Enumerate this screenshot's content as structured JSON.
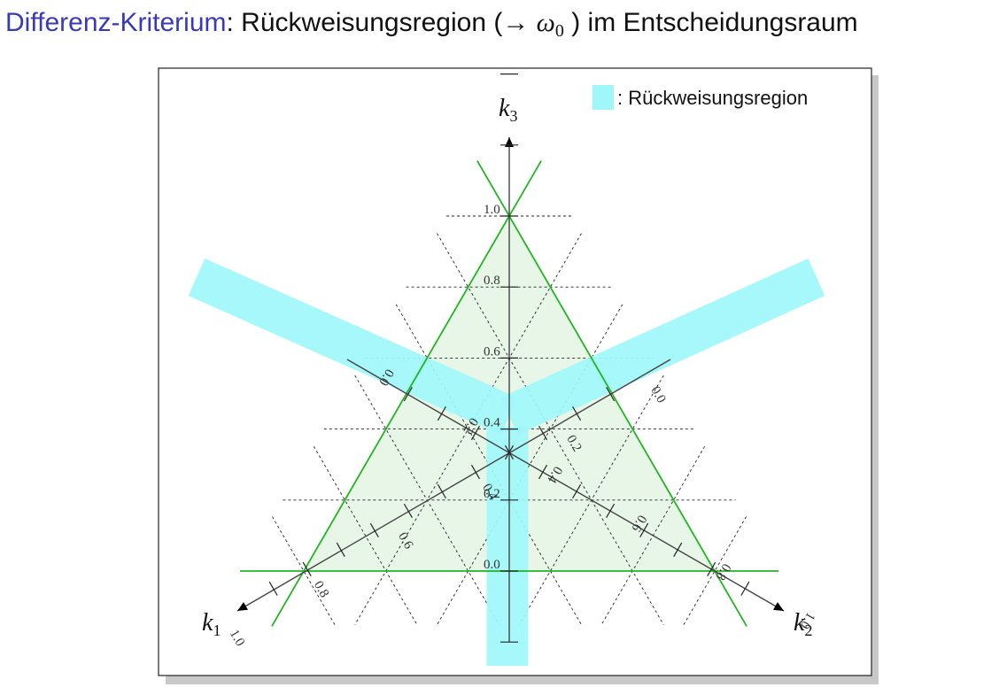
{
  "title": {
    "accent": "Differenz-Kriterium",
    "after_accent": ": Rückweisungsregion (",
    "arrow": "→",
    "omega": "ω",
    "omega_sub": "0",
    "rest": ") im Entscheidungsraum"
  },
  "legend": {
    "text": ": Rückweisungsregion"
  },
  "axes": {
    "k1": {
      "letter": "k",
      "sub": "1"
    },
    "k2": {
      "letter": "k",
      "sub": "2"
    },
    "k3": {
      "letter": "k",
      "sub": "3"
    }
  },
  "ticks": [
    "0.0",
    "0.2",
    "0.4",
    "0.6",
    "0.8",
    "1.0"
  ],
  "colors": {
    "triangle_line": "#22b522",
    "triangle_fill": "#e8f6e8",
    "reject_band": "#9ff7fa",
    "axis": "#444444",
    "grid": "#222222",
    "frame_shadow": "#c8c8c8"
  }
}
